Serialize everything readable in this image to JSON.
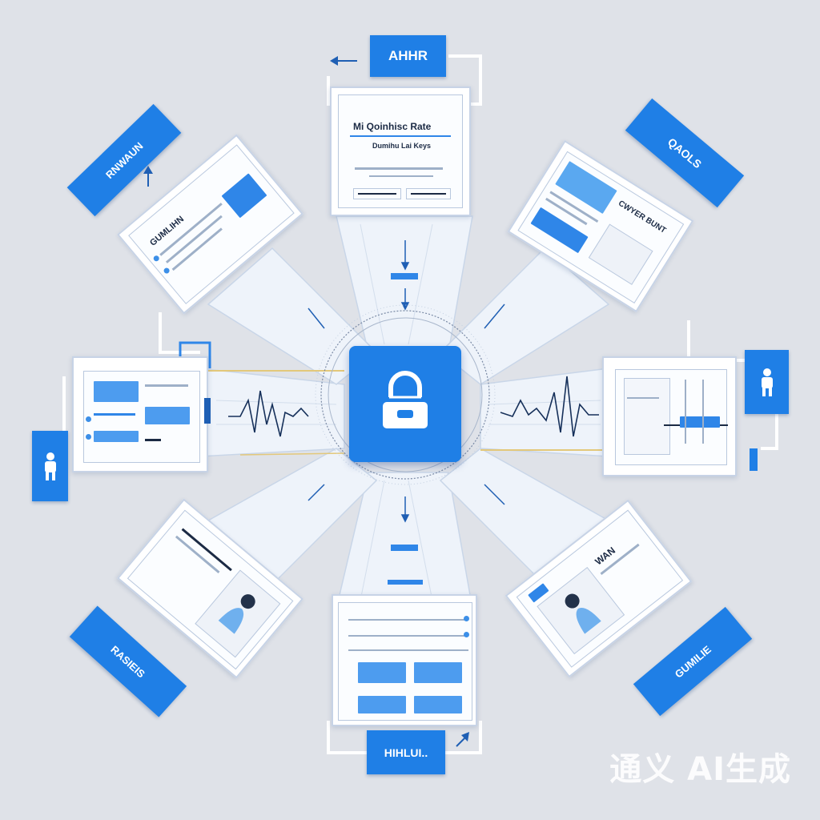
{
  "top_tag": "AHHR",
  "top_card": {
    "title": "Mi Qoinhisc Rate",
    "subtitle": "Dumihu Lai Keys"
  },
  "top_left_tag": "RNWAUN",
  "top_left_card": {
    "title": "GUMLIHN"
  },
  "top_right_tag": "QAOLS",
  "top_right_card": {
    "title": "CWYER BUNT"
  },
  "bottom_right_card": {
    "title": "WAN"
  },
  "bottom_right_tag": "GUMILIE",
  "bottom_left_tag": "RASIEIS",
  "bottom_tag": "HIHLUI..",
  "watermark": "通义 AI生成",
  "colors": {
    "accent": "#1f7fe6",
    "background": "#dfe2e8",
    "line": "#2f86e8"
  },
  "icons": [
    "lock-icon",
    "person-icon",
    "waveform-icon",
    "arrow-icon"
  ]
}
